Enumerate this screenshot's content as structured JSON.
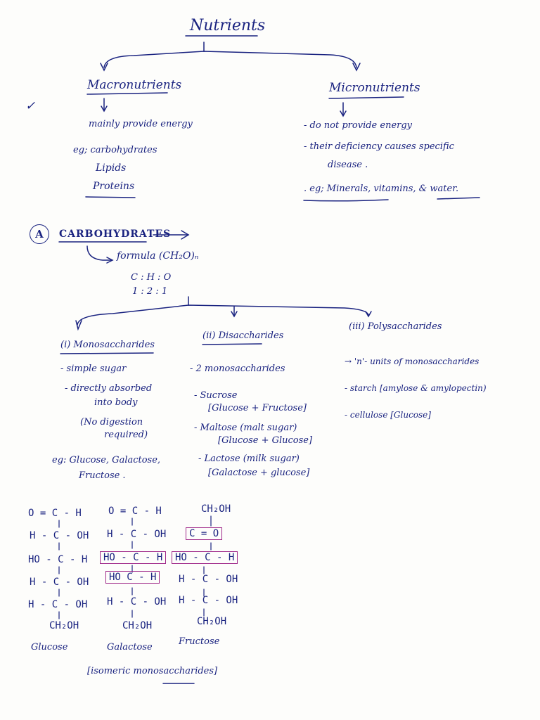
{
  "title": "Nutrients",
  "macro": {
    "heading": "Macronutrients",
    "note": "mainly provide energy",
    "examples": [
      "eg; carbohydrates",
      "Lipids",
      "Proteins"
    ]
  },
  "micro": {
    "heading": "Micronutrients",
    "points": [
      "- do not provide energy",
      "- their deficiency causes specific",
      "disease ."
    ],
    "examples": ". eg; Minerals, vitamins, & water."
  },
  "section": {
    "marker": "A",
    "heading": "CARBOHYDRATES",
    "formula": "formula (CH₂O)ₙ",
    "ratio1": "C : H : O",
    "ratio2": "1 : 2 : 1"
  },
  "mono": {
    "heading": "(i) Monosaccharides",
    "points": [
      "- simple sugar",
      "- directly absorbed",
      "into body",
      "(No digestion",
      "required)"
    ],
    "examples": "eg: Glucose, Galactose,",
    "examples2": "Fructose ."
  },
  "di": {
    "heading": "(ii) Disaccharides",
    "points": [
      "- 2 monosaccharides",
      "- Sucrose",
      "[Glucose + Fructose]",
      "- Maltose (malt sugar)",
      "[Glucose + Glucose]",
      "- Lactose (milk sugar)",
      "[Galactose + glucose]"
    ]
  },
  "poly": {
    "heading": "(iii) Polysaccharides",
    "points": [
      "→ 'n'- units of monosaccharides",
      "- starch [amylose & amylopectin)",
      "- cellulose [Glucose]"
    ]
  },
  "structures": {
    "glucose": {
      "rows": [
        "O = C - H",
        "H - C - OH",
        "HO - C - H",
        "H - C - OH",
        "H - C - OH",
        "CH₂OH"
      ],
      "name": "Glucose"
    },
    "galactose": {
      "rows": [
        "O = C - H",
        "H - C - OH",
        "HO - C - H",
        "HO C - H",
        "H - C - OH",
        "CH₂OH"
      ],
      "name": "Galactose"
    },
    "fructose": {
      "rows": [
        "CH₂OH",
        "C = O",
        "HO - C - H",
        "H - C - OH",
        "H - C - OH",
        "CH₂OH"
      ],
      "name": "Fructose"
    },
    "caption": "[isomeric monosaccharides]"
  },
  "side_mark": "✓"
}
